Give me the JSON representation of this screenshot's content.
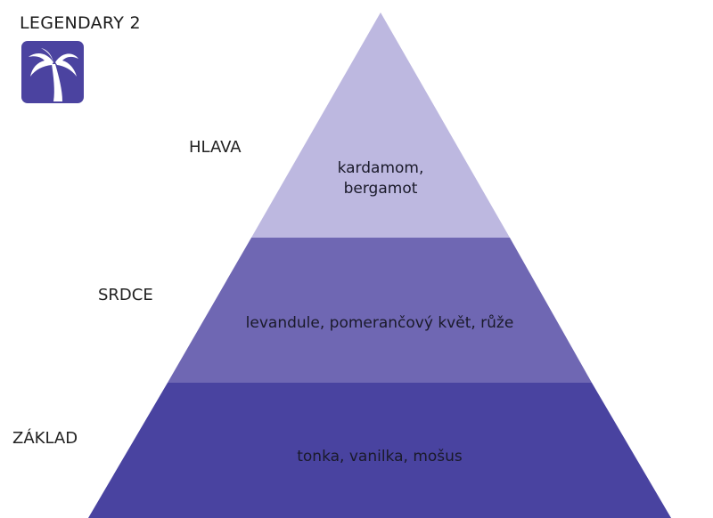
{
  "title": "LEGENDARY 2",
  "logo": {
    "icon": "palm-tree-icon",
    "color": "#4b43a0"
  },
  "pyramid": {
    "tiers": [
      {
        "label": "HLAVA",
        "notes": [
          "kardamom,",
          "bergamot"
        ],
        "color": "#bdb8e0"
      },
      {
        "label": "SRDCE",
        "notes": [
          "levandule, pomerančový květ, růže"
        ],
        "color": "#6f67b3"
      },
      {
        "label": "ZÁKLAD",
        "notes": [
          "tonka, vanilka, mošus"
        ],
        "color": "#4943a0"
      }
    ]
  }
}
